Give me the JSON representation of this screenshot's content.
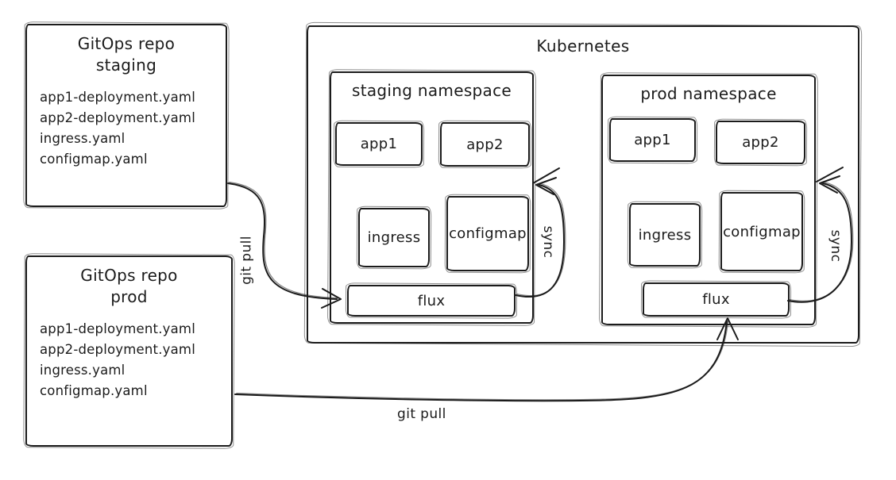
{
  "colors": {
    "ink": "#1b1b1b",
    "background": "#ffffff"
  },
  "repos": [
    {
      "title_line1": "GitOps repo",
      "title_line2": "staging",
      "files": [
        "app1-deployment.yaml",
        "app2-deployment.yaml",
        "ingress.yaml",
        "configmap.yaml"
      ]
    },
    {
      "title_line1": "GitOps repo",
      "title_line2": "prod",
      "files": [
        "app1-deployment.yaml",
        "app2-deployment.yaml",
        "ingress.yaml",
        "configmap.yaml"
      ]
    }
  ],
  "kubernetes": {
    "label": "Kubernetes",
    "namespaces": [
      {
        "label": "staging namespace",
        "workloads": [
          "app1",
          "app2",
          "ingress",
          "configmap"
        ],
        "flux_label": "flux",
        "sync_label": "sync"
      },
      {
        "label": "prod namespace",
        "workloads": [
          "app1",
          "app2",
          "ingress",
          "configmap"
        ],
        "flux_label": "flux",
        "sync_label": "sync"
      }
    ]
  },
  "edges": {
    "staging_git_pull_label": "git pull",
    "prod_git_pull_label": "git pull"
  }
}
